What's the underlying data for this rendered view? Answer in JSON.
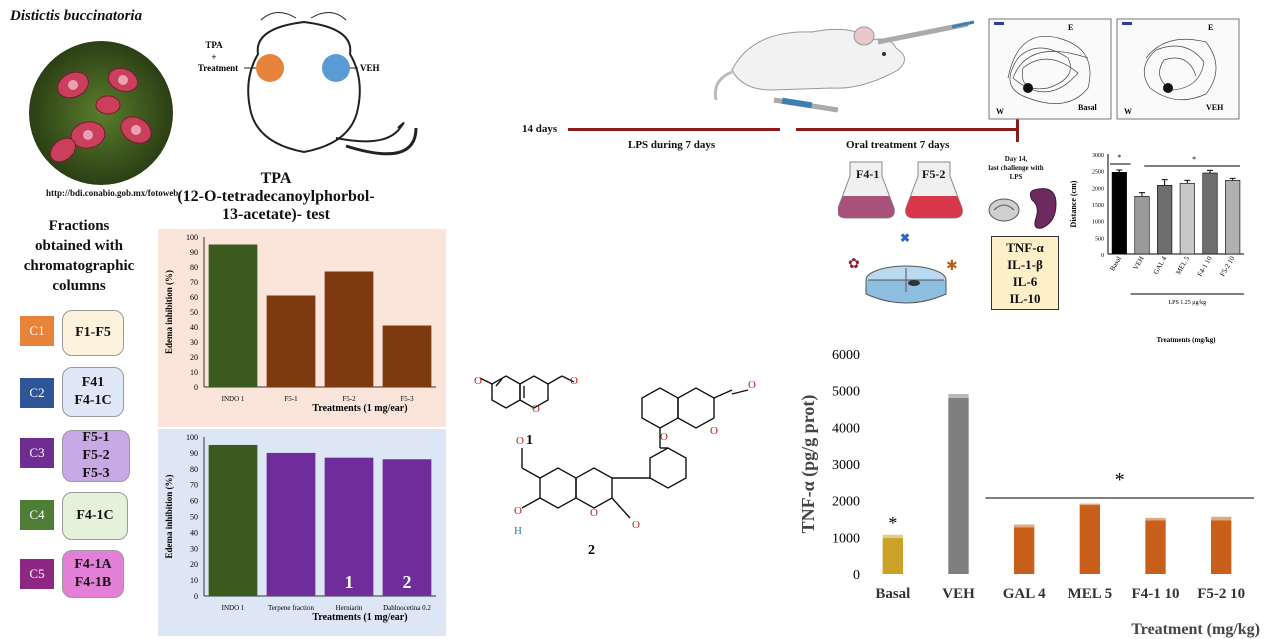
{
  "species": {
    "name": "Distictis buccinatoria",
    "source": "http://bdi.conabio.gob.mx/fotoweb"
  },
  "mouse": {
    "left_label": "TPA\n+\nTreatment",
    "right_label": "VEH"
  },
  "tpa_title": [
    "TPA",
    "(12-O-tetradecanoylphorbol-",
    "13-acetate)- test"
  ],
  "fractions_title": [
    "Fractions",
    "obtained with",
    "chromatographic",
    "columns"
  ],
  "columns": [
    {
      "id": "C1",
      "color": "#e8843a",
      "fractions": [
        "F1-F5"
      ],
      "box_color": "#fdf3dc"
    },
    {
      "id": "C2",
      "color": "#2e5597",
      "fractions": [
        "F41",
        "F4-1C"
      ],
      "box_color": "#dfe8f6"
    },
    {
      "id": "C3",
      "color": "#6f2c91",
      "fractions": [
        "F5-1",
        "F5-2",
        "F5-3"
      ],
      "box_color": "#c9a8e6"
    },
    {
      "id": "C4",
      "color": "#4e7d36",
      "fractions": [
        "F4-1C"
      ],
      "box_color": "#e4f2db"
    },
    {
      "id": "C5",
      "color": "#8e2784",
      "fractions": [
        "F4-1A",
        "F4-1B"
      ],
      "box_color": "#e47fd8"
    }
  ],
  "timeline": {
    "start": "14 days",
    "lps": "LPS during 7 days",
    "oral": "Oral treatment 7 days",
    "challenge": [
      "Day 14,",
      "last challenge with",
      "LPS"
    ]
  },
  "flasks": [
    "F4-1",
    "F5-2"
  ],
  "cytokines": [
    "TNF-α",
    "IL-1-β",
    "IL-6",
    "IL-10"
  ],
  "tracks": [
    {
      "label": "Basal",
      "w": "W",
      "e": "E"
    },
    {
      "label": "VEH",
      "w": "W",
      "e": "E"
    }
  ],
  "compounds": [
    "1",
    "2"
  ],
  "chart_data": [
    {
      "type": "bar",
      "categories": [
        "INDO 1",
        "F5-1",
        "F5-2",
        "F5-3"
      ],
      "values": [
        95,
        61,
        77,
        41
      ],
      "colors": [
        "#3a5a1e",
        "#7d3a0e",
        "#7d3a0e",
        "#7d3a0e"
      ],
      "xlabel": "Treatments (1 mg/ear)",
      "ylabel": "Edema inhibition (%)",
      "yticks": [
        0,
        10,
        20,
        30,
        40,
        50,
        60,
        70,
        80,
        90,
        100
      ],
      "ylim": [
        0,
        100
      ],
      "background": "#fbe4da"
    },
    {
      "type": "bar",
      "categories": [
        "INDO 1",
        "Terpene fraction",
        "Herniarin",
        "Dahlnocetina 0.2"
      ],
      "values": [
        95,
        90,
        87,
        86
      ],
      "bar_labels": [
        "",
        "",
        "1",
        "2"
      ],
      "colors": [
        "#3a5a1e",
        "#6e2d9a",
        "#6e2d9a",
        "#6e2d9a"
      ],
      "xlabel": "Treatments (1 mg/ear)",
      "ylabel": "Edema inhibition (%)",
      "yticks": [
        0,
        10,
        20,
        30,
        40,
        50,
        60,
        70,
        80,
        90,
        100
      ],
      "ylim": [
        0,
        100
      ],
      "background": "#dde6f4"
    },
    {
      "type": "bar",
      "categories": [
        "Basal",
        "VEH",
        "GAL 4",
        "MEL 5",
        "F4-1 10",
        "F5-2 10"
      ],
      "values": [
        2450,
        1730,
        2060,
        2120,
        2430,
        2210
      ],
      "errors": [
        70,
        110,
        170,
        90,
        80,
        60
      ],
      "colors": [
        "#000000",
        "#9a9a9a",
        "#6e6e6e",
        "#c8c8c8",
        "#6e6e6e",
        "#b0b0b0"
      ],
      "ylabel": "Distance (cm)",
      "xlabel": "Treatments (mg/kg)",
      "group_label": "LPS 1.25 μg/kg",
      "yticks": [
        0,
        500,
        1000,
        1500,
        2000,
        2500,
        3000
      ],
      "ylim": [
        0,
        3000
      ],
      "significance": "*"
    },
    {
      "type": "bar",
      "categories": [
        "Basal",
        "VEH",
        "GAL 4",
        "MEL 5",
        "F4-1 10",
        "F5-2 10"
      ],
      "values": [
        980,
        4800,
        1270,
        1880,
        1460,
        1460
      ],
      "errors": [
        90,
        110,
        80,
        40,
        70,
        100
      ],
      "colors": [
        "#c9a227",
        "#7f7f7f",
        "#c8601c",
        "#c8601c",
        "#c8601c",
        "#c8601c"
      ],
      "ylabel": "TNF-α (pg/g prot)",
      "xlabel": "Treatment (mg/kg)",
      "yticks": [
        0,
        1000,
        2000,
        3000,
        4000,
        5000,
        6000
      ],
      "ylim": [
        0,
        6000
      ],
      "significance": "*"
    }
  ]
}
